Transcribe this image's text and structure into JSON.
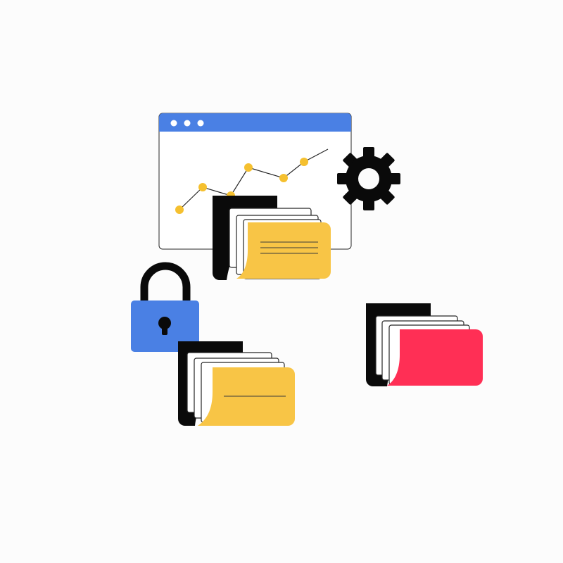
{
  "scene": {
    "background": "#fcfcfc",
    "window": {
      "titlebar_color": "#4a80e4",
      "dots": 3,
      "chart_points": 7,
      "point_color": "#f5c02f",
      "icon": "browser-window-icon"
    },
    "gear": {
      "color": "#0a0a0a",
      "icon": "gear-icon"
    },
    "padlock": {
      "body_color": "#4a80e4",
      "shackle_color": "#0a0a0a",
      "icon": "padlock-icon"
    },
    "folders": [
      {
        "name": "folder-yellow-top",
        "front_color": "#f8c546",
        "icon": "folder-icon"
      },
      {
        "name": "folder-yellow-bottom",
        "front_color": "#f8c546",
        "icon": "folder-icon"
      },
      {
        "name": "folder-red",
        "front_color": "#ff2f55",
        "icon": "folder-icon"
      }
    ]
  }
}
